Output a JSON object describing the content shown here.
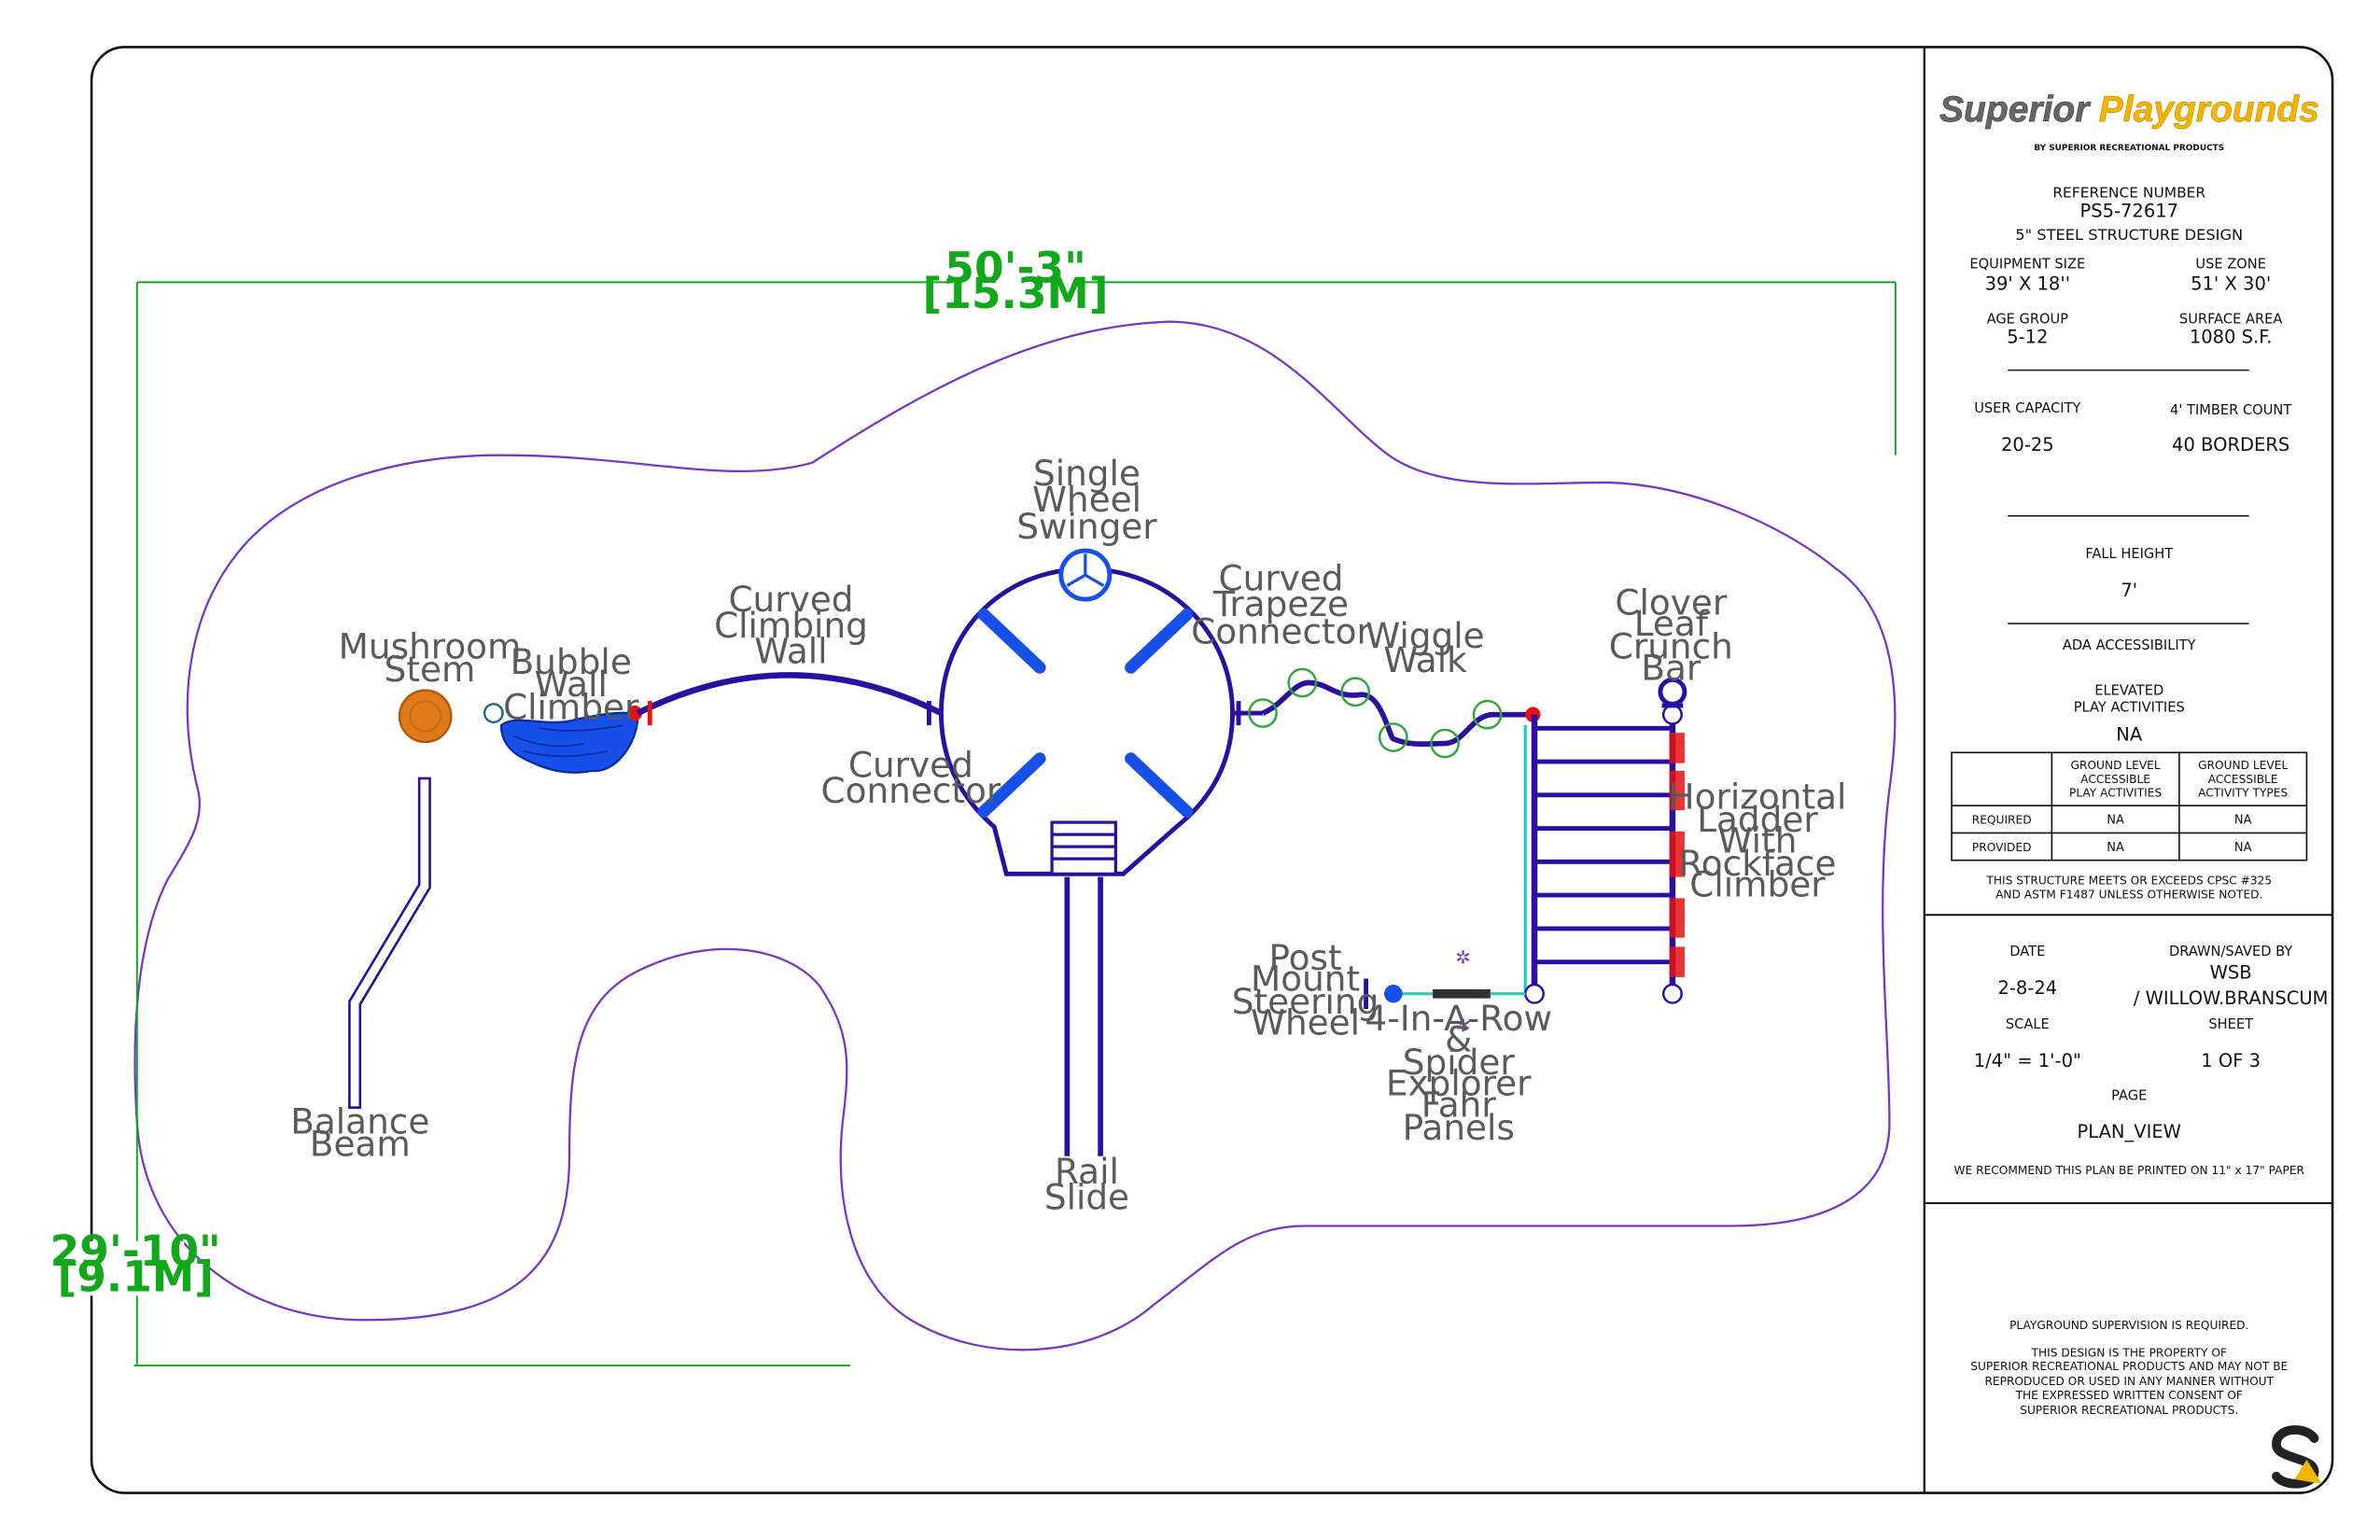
{
  "colors": {
    "structure": "#2b0fa0",
    "deck_blue": "#1650e8",
    "use_zone": "#7a35c8",
    "dimension": "#11a81a",
    "connector_green": "#2aa83a",
    "mushroom": "#e07a1c",
    "red_clamp": "#e81010",
    "cyan_line": "#25d0c0",
    "brand_yellow": "#f5b400",
    "brand_gray": "#666666"
  },
  "dimensions": {
    "width_ft": "50'-3\"",
    "width_m": "[15.3M]",
    "depth_ft": "29'-10\"",
    "depth_m": "[9.1M]"
  },
  "labels": {
    "mushroom_stem": [
      "Mushroom",
      "Stem"
    ],
    "bubble_wall": [
      "Bubble",
      "Wall",
      "Climber"
    ],
    "curved_climbing_wall": [
      "Curved",
      "Climbing",
      "Wall"
    ],
    "curved_connector": [
      "Curved",
      "Connector"
    ],
    "single_wheel_swinger": [
      "Single",
      "Wheel",
      "Swinger"
    ],
    "curved_trapeze": [
      "Curved",
      "Trapeze",
      "Connector"
    ],
    "wiggle_walk": [
      "Wiggle",
      "Walk"
    ],
    "clover_leaf": [
      "Clover",
      "Leaf",
      "Crunch",
      "Bar"
    ],
    "horizontal_ladder": [
      "Horizontal",
      "Ladder",
      "With",
      "Rockface",
      "Climber"
    ],
    "post_mount": [
      "Post",
      "Mount",
      "Steering",
      "Wheel"
    ],
    "four_in_a_row": [
      "4-In-A-Row",
      "&",
      "Spider",
      "Explorer",
      "Fahr",
      "Panels"
    ],
    "balance_beam": [
      "Balance",
      "Beam"
    ],
    "rail_slide": [
      "Rail",
      "Slide"
    ]
  },
  "title_block": {
    "logo_superior": "Superior",
    "logo_playgrounds": "Playgrounds",
    "logo_sub": "BY SUPERIOR RECREATIONAL PRODUCTS",
    "reference_label": "REFERENCE NUMBER",
    "reference_number": "PS5-72617",
    "structure_design": "5\"  STEEL STRUCTURE DESIGN",
    "equipment_size_label": "EQUIPMENT SIZE",
    "equipment_size": "39' X 18''",
    "use_zone_label": "USE ZONE",
    "use_zone": "51' X 30'",
    "age_group_label": "AGE GROUP",
    "age_group": "5-12",
    "surface_area_label": "SURFACE AREA",
    "surface_area": "1080 S.F.",
    "user_capacity_label": "USER CAPACITY",
    "user_capacity": "20-25",
    "timber_label": "4' TIMBER COUNT",
    "timber_count": "40 BORDERS",
    "fall_height_label": "FALL HEIGHT",
    "fall_height": "7'",
    "ada_label": "ADA ACCESSIBILITY",
    "elevated_label_1": "ELEVATED",
    "elevated_label_2": "PLAY ACTIVITIES",
    "elevated_value": "NA",
    "table": {
      "col1": [
        "GROUND LEVEL",
        "ACCESSIBLE",
        "PLAY ACTIVITIES"
      ],
      "col2": [
        "GROUND LEVEL",
        "ACCESSIBLE",
        "ACTIVITY TYPES"
      ],
      "row1_label": "REQUIRED",
      "row1": [
        "NA",
        "NA"
      ],
      "row2_label": "PROVIDED",
      "row2": [
        "NA",
        "NA"
      ]
    },
    "compliance_1": "THIS STRUCTURE MEETS OR EXCEEDS CPSC #325",
    "compliance_2": "AND ASTM F1487 UNLESS OTHERWISE NOTED.",
    "date_label": "DATE",
    "date": "2-8-24",
    "drawn_label": "DRAWN/SAVED BY",
    "drawn_by_1": "WSB",
    "drawn_by_2": "/ WILLOW.BRANSCUM",
    "scale_label": "SCALE",
    "scale": "1/4\" = 1'-0\"",
    "sheet_label": "SHEET",
    "sheet": "1   OF    3",
    "page_label": "PAGE",
    "page": "PLAN_VIEW",
    "print_note": "WE RECOMMEND THIS PLAN BE PRINTED ON 11\" x 17\" PAPER",
    "supervision": "PLAYGROUND SUPERVISION IS REQUIRED.",
    "property_1": "THIS DESIGN IS THE PROPERTY OF",
    "property_2": "SUPERIOR RECREATIONAL PRODUCTS AND MAY NOT BE",
    "property_3": "REPRODUCED OR USED IN ANY MANNER WITHOUT",
    "property_4": "THE EXPRESSED WRITTEN CONSENT OF",
    "property_5": "SUPERIOR RECREATIONAL PRODUCTS."
  }
}
